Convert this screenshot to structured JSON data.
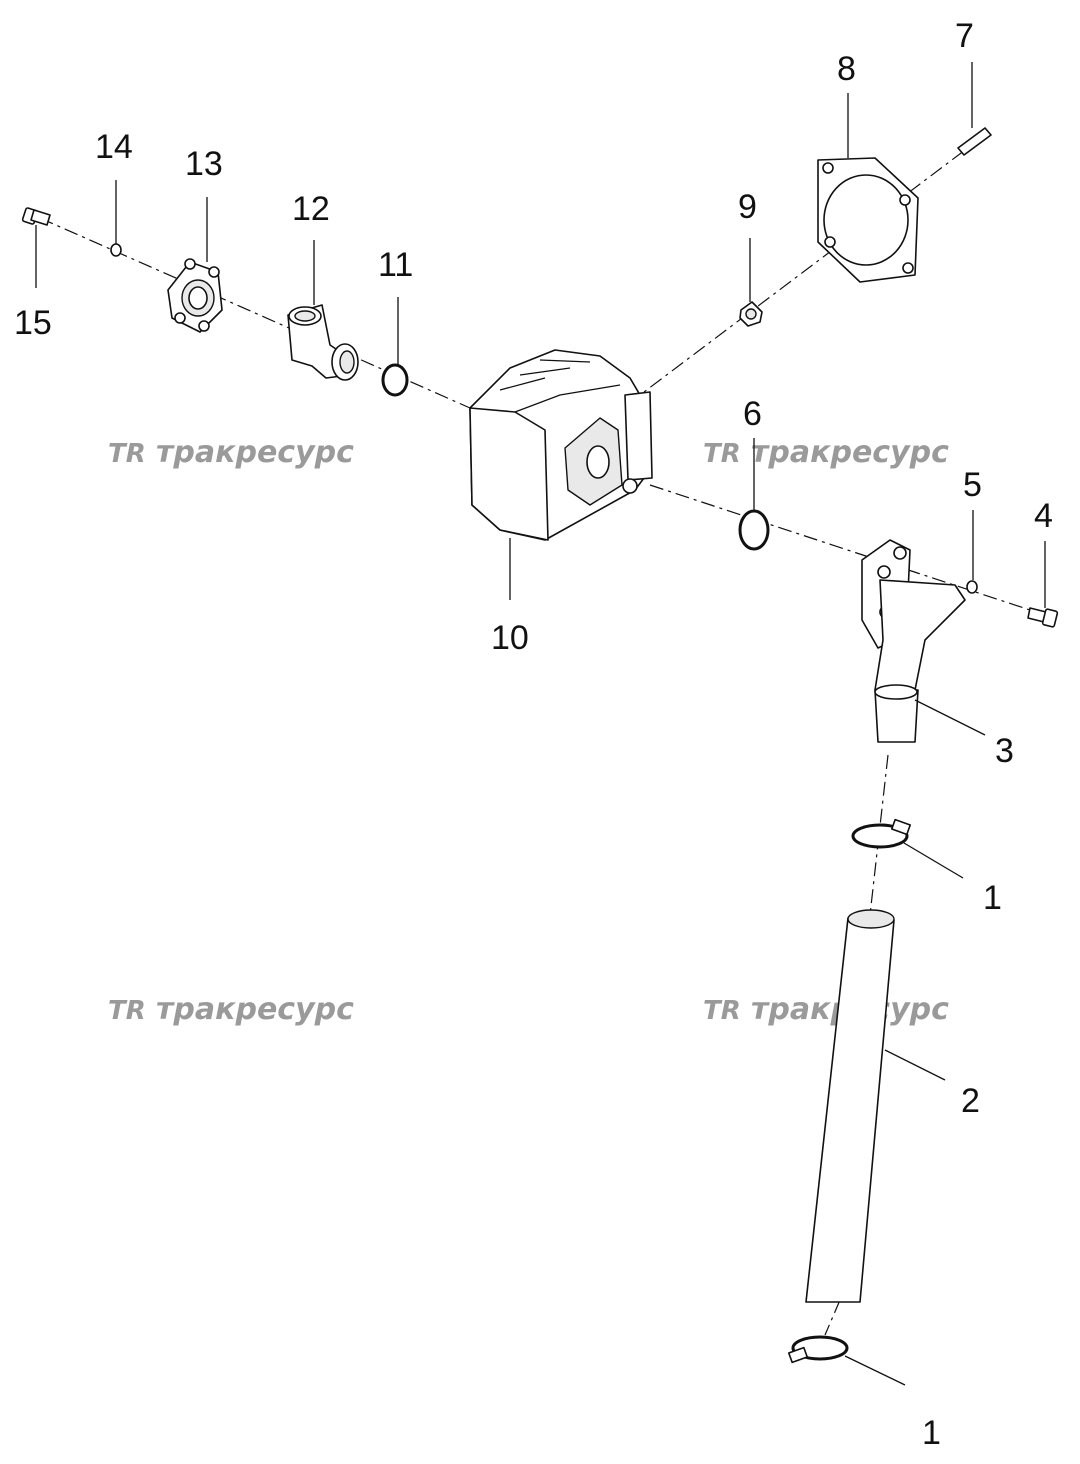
{
  "diagram": {
    "watermark": {
      "logo": "TR",
      "text": "тракресурс"
    },
    "callouts": {
      "c1a": "1",
      "c1b": "1",
      "c2": "2",
      "c3": "3",
      "c4": "4",
      "c5": "5",
      "c6": "6",
      "c7": "7",
      "c8": "8",
      "c9": "9",
      "c10": "10",
      "c11": "11",
      "c12": "12",
      "c13": "13",
      "c14": "14",
      "c15": "15"
    }
  }
}
